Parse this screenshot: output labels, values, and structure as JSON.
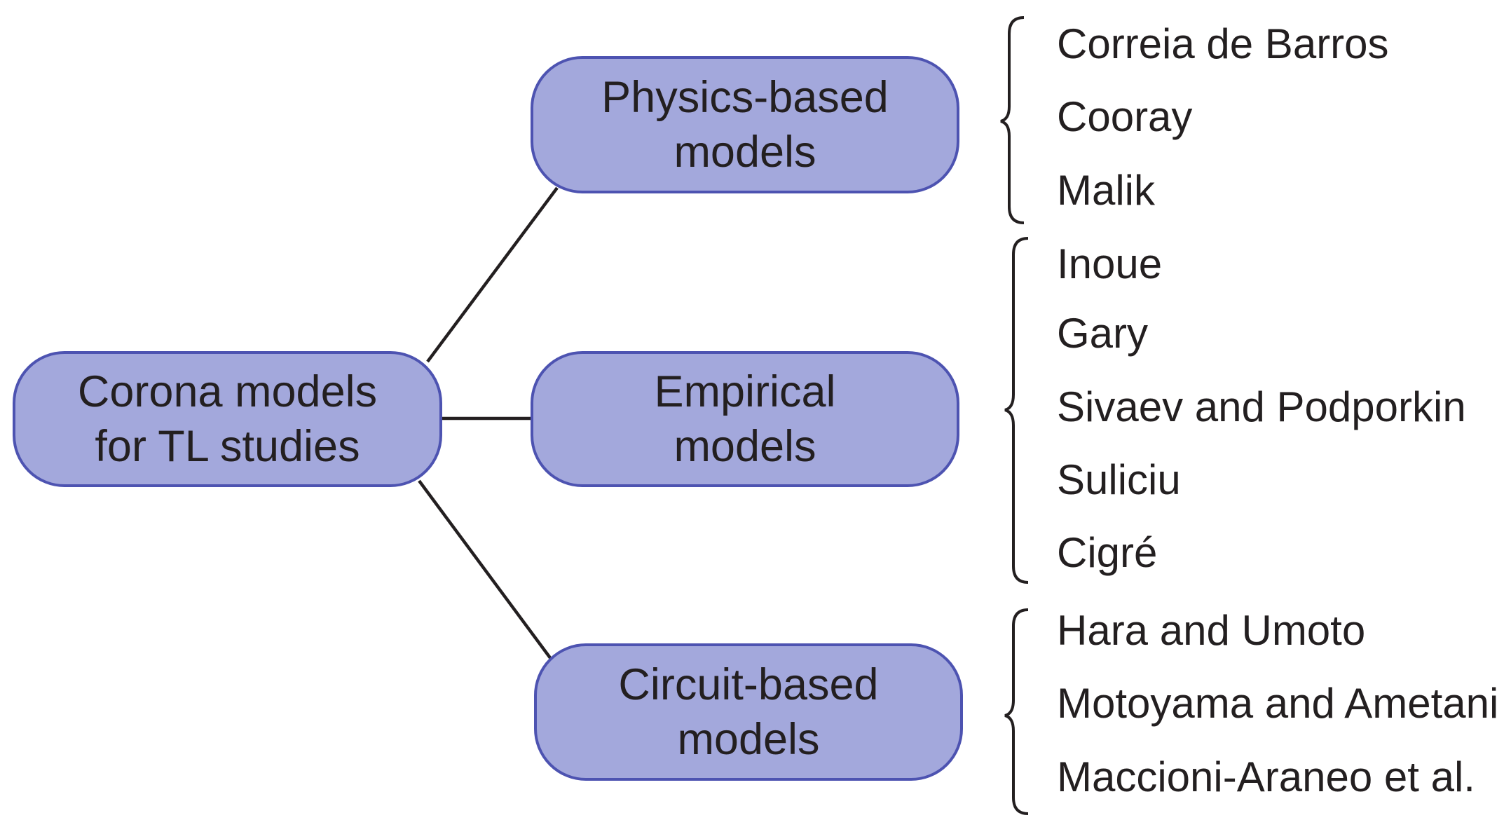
{
  "colors": {
    "node_fill": "#a3a8dc",
    "node_border": "#4d53b1",
    "line": "#231f20",
    "text": "#231f20"
  },
  "root": {
    "line1": "Corona models",
    "line2": "for TL studies"
  },
  "categories": [
    {
      "line1": "Physics-based",
      "line2": "models",
      "authors": [
        "Correia de Barros",
        "Cooray",
        "Malik"
      ]
    },
    {
      "line1": "Empirical",
      "line2": "models",
      "authors": [
        "Inoue",
        "Gary",
        "Sivaev and Podporkin",
        "Suliciu",
        "Cigré"
      ]
    },
    {
      "line1": "Circuit-based",
      "line2": "models",
      "authors": [
        "Hara and Umoto",
        "Motoyama and Ametani",
        "Maccioni-Araneo et al."
      ]
    }
  ]
}
